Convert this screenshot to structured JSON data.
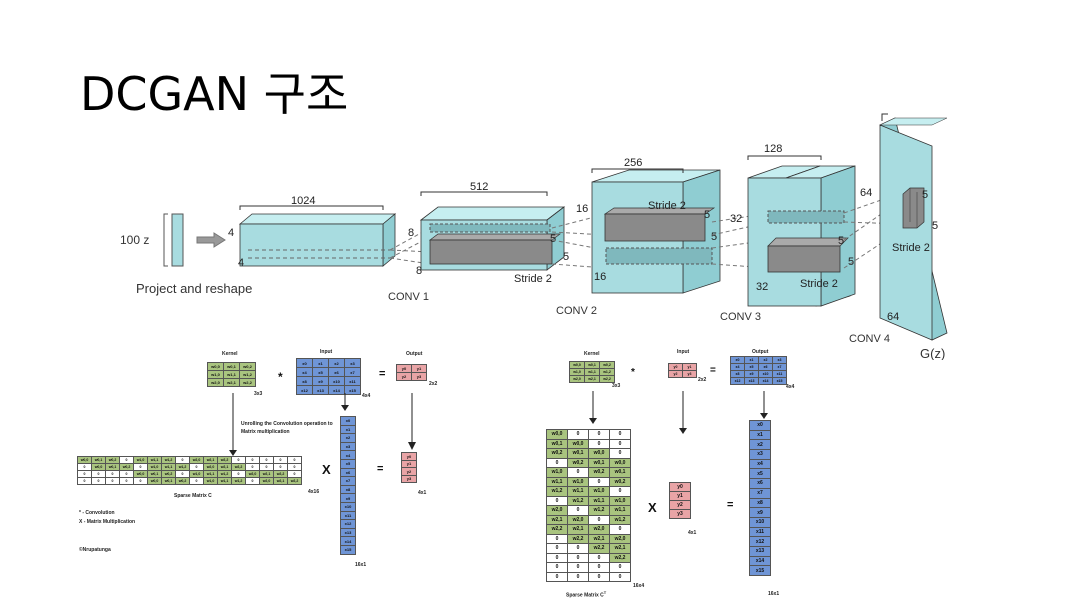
{
  "slide": {
    "title": "DCGAN 구조"
  },
  "dcgan": {
    "input_label": "100 z",
    "project_label": "Project and reshape",
    "layers": [
      {
        "name": "CONV 1",
        "depth": "1024",
        "side": "4"
      },
      {
        "name": "CONV 2",
        "depth": "512",
        "side": "8",
        "stride": "Stride 2",
        "kernel": "5"
      },
      {
        "name": "CONV 3",
        "depth": "256",
        "side": "16",
        "stride": "Stride 2",
        "kernel": "5"
      },
      {
        "name": "CONV 4",
        "depth": "128",
        "side": "32",
        "stride": "Stride 2",
        "kernel": "5"
      },
      {
        "name": "G(z)",
        "depth": "",
        "side": "64",
        "stride": "Stride 2",
        "kernel": "5"
      }
    ]
  },
  "conv_left": {
    "kernel_title": "Kernel",
    "kernel_size": "3x3",
    "kernel": [
      [
        "w0,0",
        "w0,1",
        "w0,2"
      ],
      [
        "w1,0",
        "w1,1",
        "w1,2"
      ],
      [
        "w2,0",
        "w2,1",
        "w2,2"
      ]
    ],
    "input_title": "Input",
    "input_size": "4x4",
    "input": [
      [
        "x0",
        "x1",
        "x2",
        "x3"
      ],
      [
        "x4",
        "x5",
        "x6",
        "x7"
      ],
      [
        "x8",
        "x9",
        "x10",
        "x11"
      ],
      [
        "x12",
        "x13",
        "x14",
        "x15"
      ]
    ],
    "output_title": "Output",
    "output_size": "2x2",
    "output": [
      [
        "y0",
        "y1"
      ],
      [
        "y2",
        "y3"
      ]
    ],
    "conv_op": "*",
    "eq": "=",
    "mult": "X",
    "unroll_text": "Unrolling the Convolution operation to Matrix multiplication",
    "sparse_label": "Sparse Matrix C",
    "sparse_size": "4x16",
    "sparse": [
      [
        "w0,0",
        "w0,1",
        "w0,2",
        "0",
        "w1,0",
        "w1,1",
        "w1,2",
        "0",
        "w2,0",
        "w2,1",
        "w2,2",
        "0",
        "0",
        "0",
        "0",
        "0"
      ],
      [
        "0",
        "w0,0",
        "w0,1",
        "w0,2",
        "0",
        "w1,0",
        "w1,1",
        "w1,2",
        "0",
        "w2,0",
        "w2,1",
        "w2,2",
        "0",
        "0",
        "0",
        "0"
      ],
      [
        "0",
        "0",
        "0",
        "0",
        "w0,0",
        "w0,1",
        "w0,2",
        "0",
        "w1,0",
        "w1,1",
        "w1,2",
        "0",
        "w2,0",
        "w2,1",
        "w2,2",
        "0"
      ],
      [
        "0",
        "0",
        "0",
        "0",
        "0",
        "w0,0",
        "w0,1",
        "w0,2",
        "0",
        "w1,0",
        "w1,1",
        "w1,2",
        "0",
        "w2,0",
        "w2,1",
        "w2,2"
      ]
    ],
    "xcol": [
      "x0",
      "x1",
      "x2",
      "x3",
      "x4",
      "x5",
      "x6",
      "x7",
      "x8",
      "x9",
      "x10",
      "x11",
      "x12",
      "x13",
      "x14",
      "x15"
    ],
    "xcol_size": "16x1",
    "ycol": [
      "y0",
      "y1",
      "y2",
      "y3"
    ],
    "ycol_size": "4x1",
    "legend": [
      "*  -  Convolution",
      "X  -  Matrix Multiplication"
    ],
    "credit": "©Nrupatunga"
  },
  "conv_right": {
    "kernel_title": "Kernel",
    "kernel_size": "3x3",
    "kernel": [
      [
        "w0,0",
        "w0,1",
        "w0,2"
      ],
      [
        "w1,0",
        "w1,1",
        "w1,2"
      ],
      [
        "w2,0",
        "w2,1",
        "w2,2"
      ]
    ],
    "input_title": "Input",
    "input_size": "2x2",
    "input": [
      [
        "y0",
        "y1"
      ],
      [
        "y2",
        "y3"
      ]
    ],
    "output_title": "Output",
    "output_size": "4x4",
    "output": [
      [
        "x0",
        "x1",
        "x2",
        "x3"
      ],
      [
        "x4",
        "x5",
        "x6",
        "x7"
      ],
      [
        "x8",
        "x9",
        "x10",
        "x11"
      ],
      [
        "x12",
        "x13",
        "x14",
        "x15"
      ]
    ],
    "conv_op": "*",
    "eq": "=",
    "mult": "X",
    "sparse_label": "Sparse Matrix C",
    "sparse_sup": "T",
    "sparse_size": "16x4",
    "sparse": [
      [
        "w0,0",
        "0",
        "0",
        "0"
      ],
      [
        "w0,1",
        "w0,0",
        "0",
        "0"
      ],
      [
        "w0,2",
        "w0,1",
        "w0,0",
        "0"
      ],
      [
        "0",
        "w0,2",
        "w0,1",
        "w0,0"
      ],
      [
        "w1,0",
        "0",
        "w0,2",
        "w0,1"
      ],
      [
        "w1,1",
        "w1,0",
        "0",
        "w0,2"
      ],
      [
        "w1,2",
        "w1,1",
        "w1,0",
        "0"
      ],
      [
        "0",
        "w1,2",
        "w1,1",
        "w1,0"
      ],
      [
        "w2,0",
        "0",
        "w1,2",
        "w1,1"
      ],
      [
        "w2,1",
        "w2,0",
        "0",
        "w1,2"
      ],
      [
        "w2,2",
        "w2,1",
        "w2,0",
        "0"
      ],
      [
        "0",
        "w2,2",
        "w2,1",
        "w2,0"
      ],
      [
        "0",
        "0",
        "w2,2",
        "w2,1"
      ],
      [
        "0",
        "0",
        "0",
        "w2,2"
      ],
      [
        "0",
        "0",
        "0",
        "0"
      ],
      [
        "0",
        "0",
        "0",
        "0"
      ]
    ],
    "ycol": [
      "y0",
      "y1",
      "y2",
      "y3"
    ],
    "ycol_size": "4x1",
    "xcol": [
      "x0",
      "x1",
      "x2",
      "x3",
      "x4",
      "x5",
      "x6",
      "x7",
      "x8",
      "x9",
      "x10",
      "x11",
      "x12",
      "x13",
      "x14",
      "x15"
    ],
    "xcol_size": "16x1"
  }
}
